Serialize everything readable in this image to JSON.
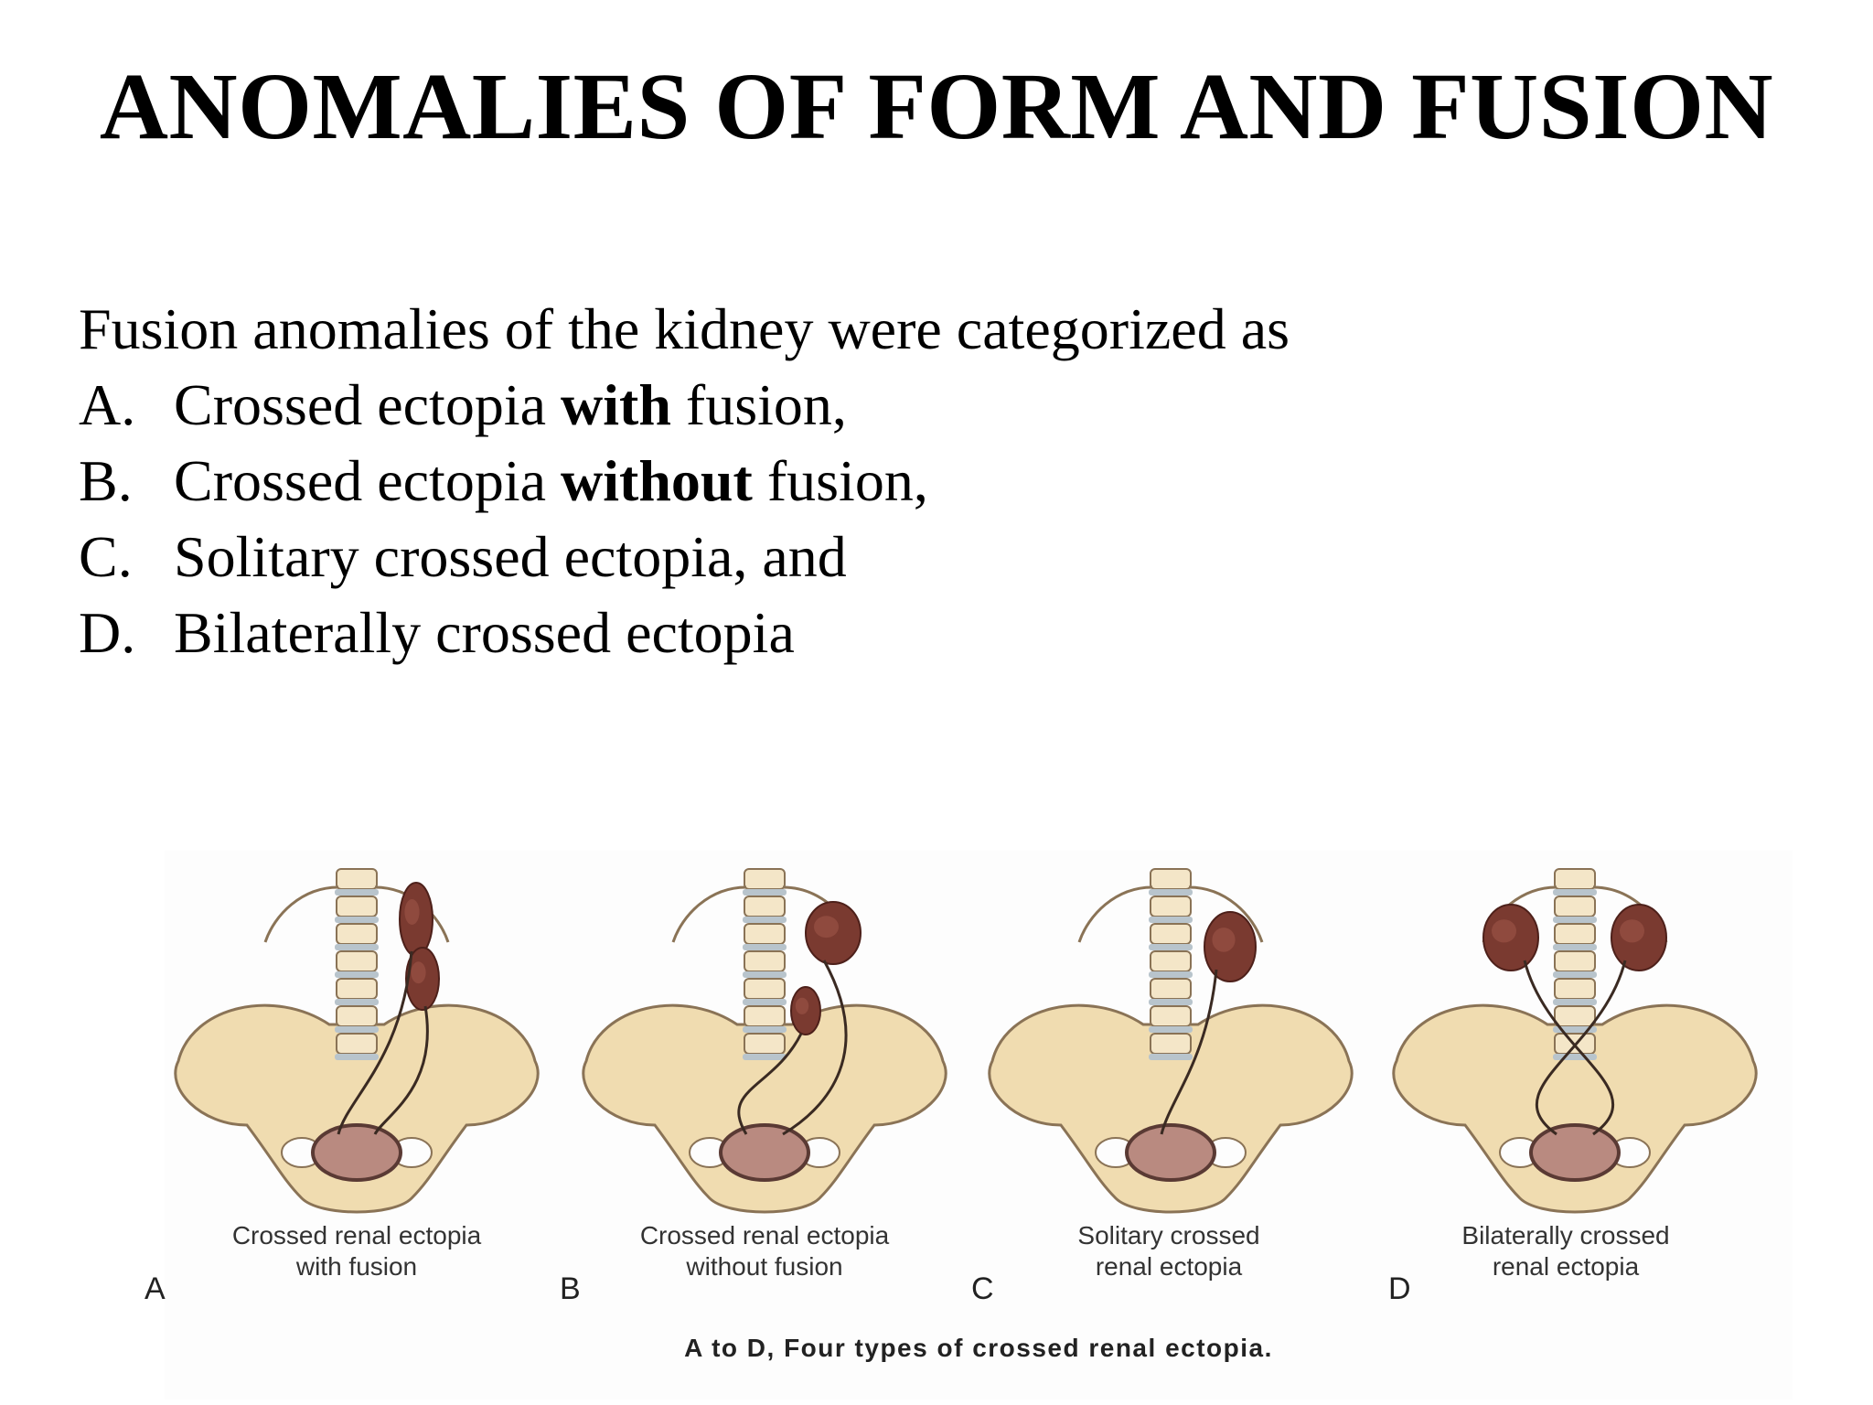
{
  "slide": {
    "title": "ANOMALIES OF FORM AND FUSION",
    "intro": "Fusion anomalies of the kidney were categorized as",
    "items": [
      {
        "letter": "A.",
        "pre": "Crossed ectopia ",
        "bold": "with",
        "post": " fusion,"
      },
      {
        "letter": "B.",
        "pre": "Crossed ectopia ",
        "bold": "without",
        "post": " fusion,"
      },
      {
        "letter": "C.",
        "pre": "Solitary crossed ectopia, and",
        "bold": "",
        "post": ""
      },
      {
        "letter": "D.",
        "pre": "Bilaterally crossed ectopia",
        "bold": "",
        "post": ""
      }
    ]
  },
  "figure": {
    "panels": [
      {
        "letter": "A",
        "caption_line1": "Crossed renal ectopia",
        "caption_line2": "with fusion"
      },
      {
        "letter": "B",
        "caption_line1": "Crossed renal ectopia",
        "caption_line2": "without fusion"
      },
      {
        "letter": "C",
        "caption_line1": "Solitary crossed",
        "caption_line2": "renal ectopia"
      },
      {
        "letter": "D",
        "caption_line1": "Bilaterally crossed",
        "caption_line2": "renal ectopia"
      }
    ],
    "caption": "A to D, Four types of crossed renal ectopia.",
    "colors": {
      "bone": "#f0dcb0",
      "bone_outline": "#8a7356",
      "kidney": "#7a3a30",
      "bladder": "#b98a80",
      "vertebra": "#f4e6c8",
      "disc": "#b8c4cc"
    }
  }
}
